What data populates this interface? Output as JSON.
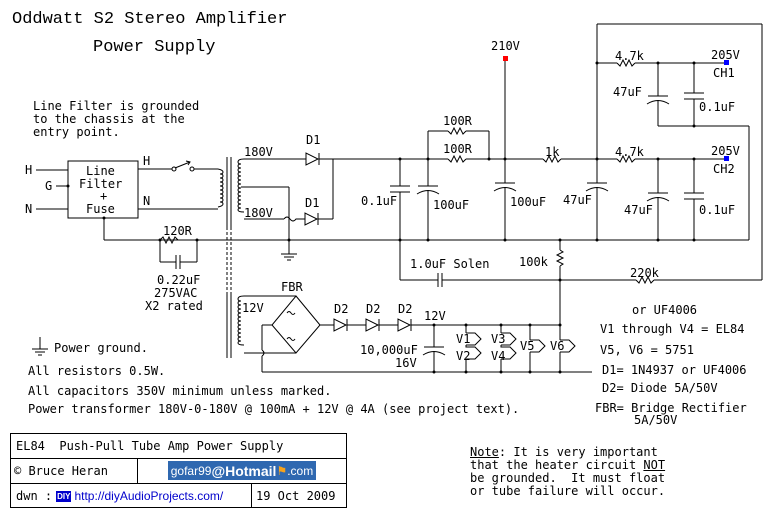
{
  "title": {
    "line1": "Oddwatt S2 Stereo Amplifier",
    "line2": "Power Supply"
  },
  "notes": {
    "line_filter": [
      "Line Filter is grounded",
      "to the chassis at the",
      "entry point."
    ],
    "power_ground": "Power ground.",
    "resistors": "All resistors 0.5W.",
    "capacitors": "All capacitors 350V minimum unless marked.",
    "transformer": "Power transformer 180V-0-180V @ 100mA + 12V @ 4A (see project text).",
    "heater_note": {
      "label": "Note",
      "line1_rest": ": It is very important",
      "line2_pre": "that the heater circuit ",
      "line2_emph": "NOT",
      "line3": "be grounded.  It must float",
      "line4": "or tube failure will occur."
    }
  },
  "legend": {
    "or_uf": "or UF4006",
    "v1_v4": "V1 through V4 = EL84",
    "v5_v6": "V5, V6 = 5751",
    "d1": "D1= 1N4937 or UF4006",
    "d2": "D2= Diode 5A/50V",
    "fbr_line1": "FBR= Bridge Rectifier",
    "fbr_line2": "5A/50V"
  },
  "labels": {
    "h_in": "H",
    "g_in": "G",
    "n_in": "N",
    "filter": [
      "Line",
      "Filter",
      "+",
      "Fuse"
    ],
    "h_out": "H",
    "n_out": "N",
    "sec_top": "180V",
    "sec_bot": "180V",
    "d1_top": "D1",
    "d1_bot": "D1",
    "r120": "120R",
    "c022": [
      "0.22uF",
      "275VAC",
      "X2 rated"
    ],
    "c01_main": "0.1uF",
    "c100_1": "100uF",
    "c100_2": "100uF",
    "r100_a": "100R",
    "r100_b": "100R",
    "v210": "210V",
    "r1k": "1k",
    "c47_main": "47uF",
    "r47k_ch1": "4.7k",
    "v205_ch1": "205V",
    "ch1": "CH1",
    "c47_ch1": "47uF",
    "c01_ch1": "0.1uF",
    "r47k_ch2": "4.7k",
    "v205_ch2": "205V",
    "ch2": "CH2",
    "c47_ch2": "47uF",
    "c01_ch2": "0.1uF",
    "solen": "1.0uF Solen",
    "r100k": "100k",
    "r220k": "220k",
    "fbr": "FBR",
    "sec12": "12V",
    "d2a": "D2",
    "d2b": "D2",
    "d2c": "D2",
    "v12": "12V",
    "c10000": [
      "10,000uF",
      "16V"
    ],
    "v1": "V1",
    "v2": "V2",
    "v3": "V3",
    "v4": "V4",
    "v5": "V5",
    "v6": "V6",
    "minus": "-",
    "plus": "+"
  },
  "colors": {
    "v210_marker": "#ff0000",
    "v205_marker": "#0000ff",
    "hotmail_bg": "#2f68b0",
    "link": "#0000cc"
  },
  "title_block": {
    "name": "EL84  Push-Pull Tube Amp Power Supply",
    "author": "© Bruce Heran",
    "email_user": "gofar99",
    "email_at": "@",
    "email_domain": "Hotmail",
    "email_tld": ".com",
    "drawn_label": "dwn :",
    "diy_badge": "DIY",
    "url": "http://diyAudioProjects.com/",
    "date": "19 Oct 2009"
  }
}
